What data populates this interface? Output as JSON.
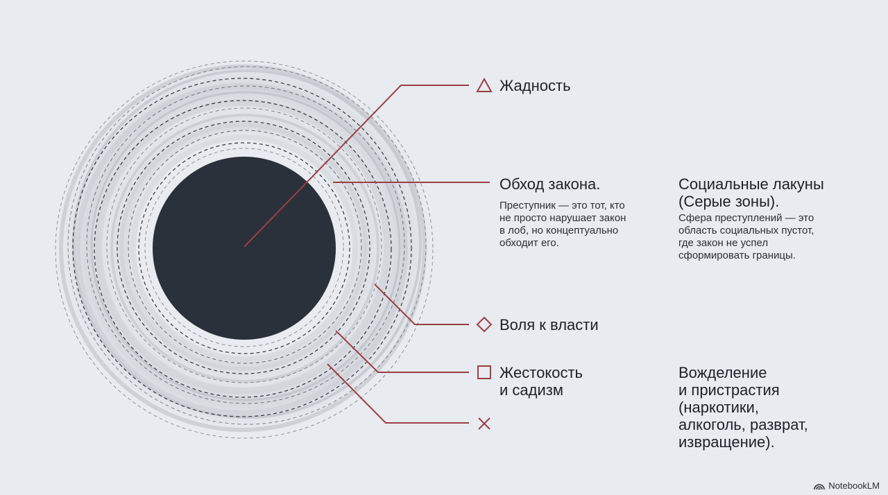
{
  "labels": {
    "greed": "Жадность",
    "bypass_title": "Обход закона.",
    "bypass_desc": "Преступник — это тот, кто\nне просто нарушает закон\nв лоб, но концептуально\nобходит его.",
    "social_title": "Социальные лакуны\n(Серые зоны).",
    "social_desc": "Сфера преступлений — это\nобласть социальных пустот,\nгде закон не успел\nсформировать границы.",
    "will": "Воля к власти",
    "cruelty": "Жестокость\nи садизм",
    "lust": "Вожделение\nи пристрастия\n(наркотики,\nалкоголь, разврат,\nизвращение)."
  },
  "icons": {
    "greed": "triangle-icon",
    "will": "diamond-icon",
    "cruelty": "square-icon",
    "lust": "cross-icon"
  },
  "colors": {
    "background": "#e8ebef",
    "core": "#2b313a",
    "accent": "#9b3f45",
    "rings": "#9aa0a8",
    "text": "#1d2128"
  },
  "brand": "NotebookLM"
}
